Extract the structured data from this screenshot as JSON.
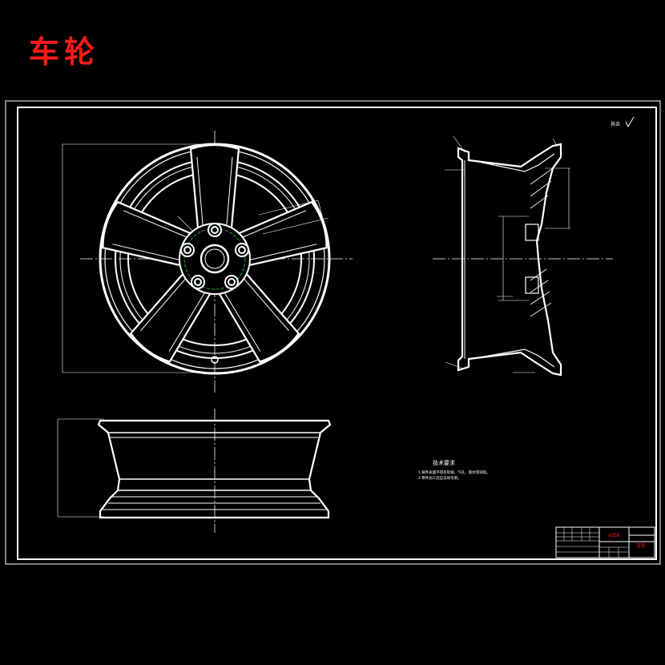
{
  "title": "车轮",
  "roughness_note": "其余",
  "tech_requirements": {
    "heading": "技术要求",
    "lines": [
      "1.铸件表面不得有砂眼、气孔、裂纹等缺陷。",
      "2.零件加工后应去除毛刺。"
    ]
  },
  "title_block": {
    "material": "A356",
    "part_name": "车轮"
  },
  "colors": {
    "background": "#000000",
    "lines": "#ffffff",
    "title": "#ff1a1a",
    "construction": "#22aa33"
  }
}
